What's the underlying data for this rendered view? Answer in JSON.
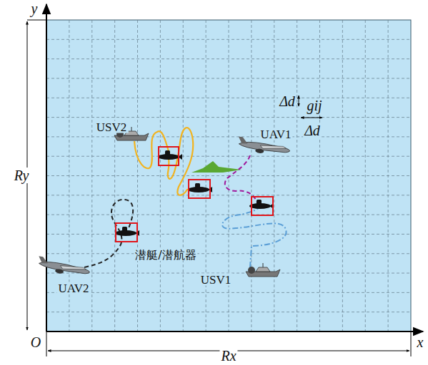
{
  "diagram": {
    "labels": [
      "y",
      "O",
      "x",
      "Ry",
      "Rx",
      "Δd",
      "gij",
      "Δd",
      "USV2",
      "UAV1",
      "潜艇/潜航器",
      "UAV2",
      "USV1"
    ]
  }
}
